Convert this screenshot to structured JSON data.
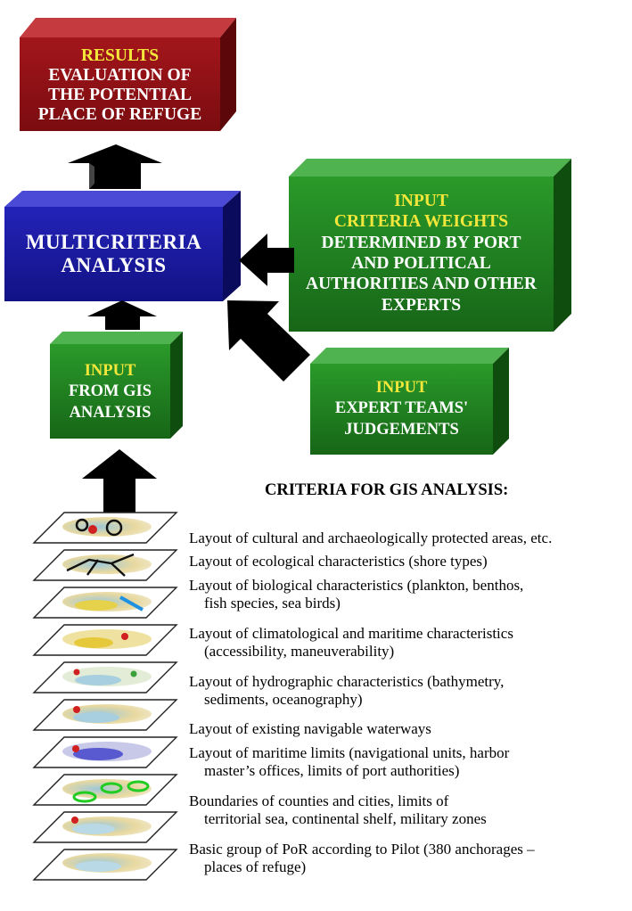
{
  "results_box": {
    "heading": "RESULTS",
    "lines": [
      "EVALUATION OF",
      "THE POTENTIAL",
      "PLACE OF REFUGE"
    ]
  },
  "analysis_box": {
    "lines": [
      "MULTICRITERIA",
      "ANALYSIS"
    ]
  },
  "weights_box": {
    "heading": "INPUT",
    "lines": [
      "CRITERIA WEIGHTS",
      "DETERMINED BY PORT",
      "AND POLITICAL",
      "AUTHORITIES AND OTHER",
      "EXPERTS"
    ]
  },
  "gis_box": {
    "heading": "INPUT",
    "lines": [
      "FROM GIS",
      "ANALYSIS"
    ]
  },
  "expert_box": {
    "heading": "INPUT",
    "lines": [
      "EXPERT TEAMS'",
      "JUDGEMENTS"
    ]
  },
  "criteria": {
    "title": "CRITERIA FOR GIS ANALYSIS:",
    "items": [
      {
        "line1": "Layout of cultural and archaeologically protected areas, etc.",
        "line2": ""
      },
      {
        "line1": "Layout of ecological characteristics (shore types)",
        "line2": ""
      },
      {
        "line1": "Layout of biological characteristics (plankton, benthos,",
        "line2": "fish species, sea birds)"
      },
      {
        "line1": "Layout of climatological and maritime characteristics",
        "line2": "(accessibility, maneuverability)"
      },
      {
        "line1": "Layout of hydrographic characteristics (bathymetry,",
        "line2": "sediments, oceanography)"
      },
      {
        "line1": "Layout of existing navigable waterways",
        "line2": ""
      },
      {
        "line1": "Layout of maritime limits (navigational units, harbor",
        "line2": "master’s offices, limits of port authorities)"
      },
      {
        "line1": "Boundaries of counties and cities, limits of",
        "line2": "territorial sea, continental shelf, military zones"
      },
      {
        "line1": "Basic group of PoR according to Pilot (380 anchorages –",
        "line2": "places of refuge)"
      }
    ]
  },
  "colors": {
    "results": "#8b1014",
    "analysis": "#1a1a9e",
    "input_green": "#1f7d1f",
    "accent_yellow": "#f2e73a",
    "arrow": "#000000"
  },
  "icons": [
    "up-arrow-icon",
    "left-arrow-icon",
    "diagonal-arrow-icon",
    "map-layer-icon"
  ]
}
